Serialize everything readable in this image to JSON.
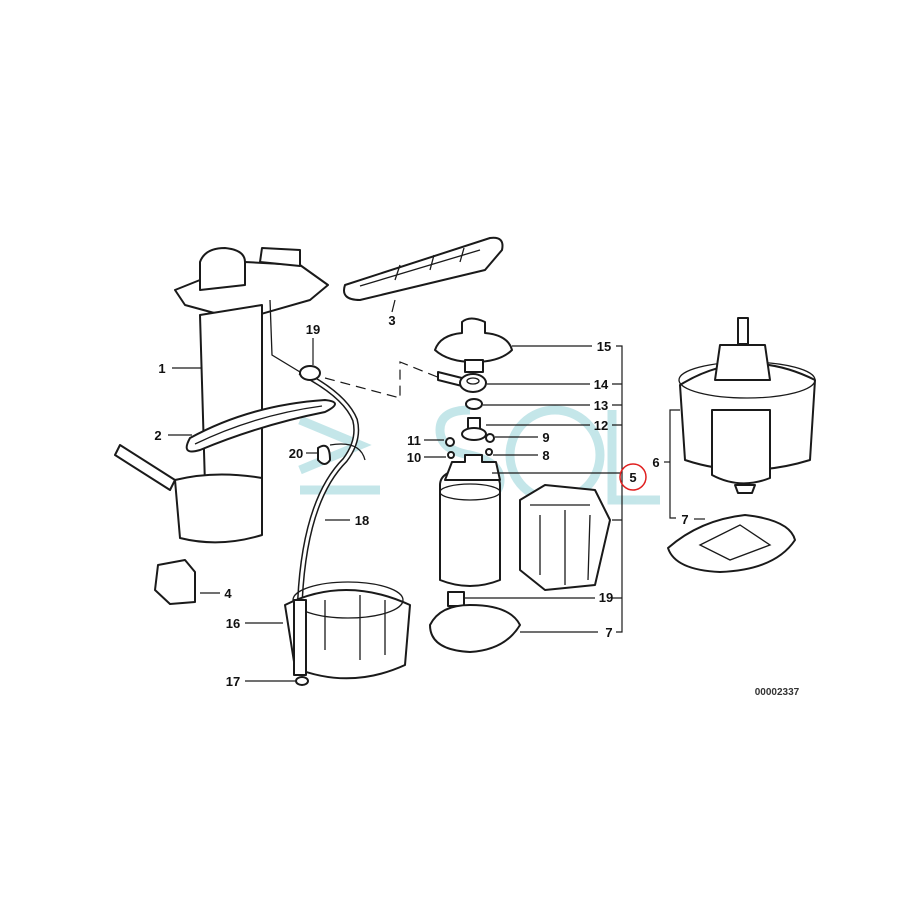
{
  "diagram": {
    "part_numbers": {
      "p1": "1",
      "p2": "2",
      "p3": "3",
      "p4": "4",
      "p5": "5",
      "p6": "6",
      "p7a": "7",
      "p7b": "7",
      "p8": "8",
      "p9": "9",
      "p10": "10",
      "p11": "11",
      "p12": "12",
      "p13": "13",
      "p14": "14",
      "p15": "15",
      "p16": "16",
      "p17": "17",
      "p18": "18",
      "p19a": "19",
      "p19b": "19",
      "p20": "20"
    },
    "highlighted_part": "5",
    "highlight_color": "#e02020",
    "diagram_code": "00002337",
    "watermark": "SOL",
    "watermark_color": "#7ec8cf"
  }
}
